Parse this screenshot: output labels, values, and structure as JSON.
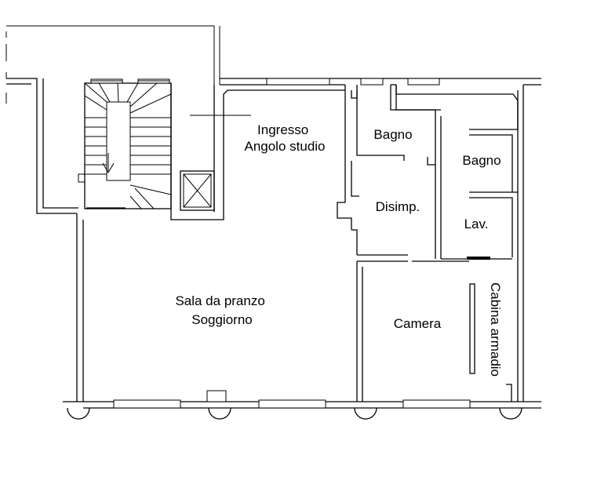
{
  "floor_plan": {
    "rooms": [
      {
        "id": "ingresso",
        "lines": [
          "Ingresso",
          "Angolo studio"
        ]
      },
      {
        "id": "bagno-1",
        "lines": [
          "Bagno"
        ]
      },
      {
        "id": "disimpegno",
        "lines": [
          "Disimp."
        ]
      },
      {
        "id": "bagno-2",
        "lines": [
          "Bagno"
        ]
      },
      {
        "id": "lavanderia",
        "lines": [
          "Lav."
        ]
      },
      {
        "id": "soggiorno",
        "lines": [
          "Sala da pranzo",
          "Soggiorno"
        ]
      },
      {
        "id": "camera",
        "lines": [
          "Camera"
        ]
      },
      {
        "id": "cabina-armadio",
        "lines": [
          "Cabina armadio"
        ]
      }
    ]
  }
}
